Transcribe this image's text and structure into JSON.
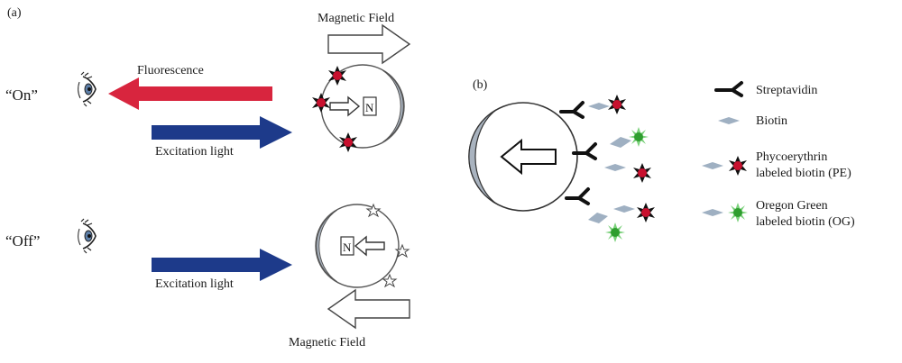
{
  "panel_a": {
    "label": "(a)",
    "state_on": "“On”",
    "state_off": "“Off”",
    "fluorescence": "Fluorescence",
    "excitation_on": "Excitation light",
    "excitation_off": "Excitation light",
    "magnetic_field_top": "Magnetic Field",
    "magnetic_field_bottom": "Magnetic Field",
    "pole_on": "N",
    "pole_off": "N"
  },
  "panel_b": {
    "label": "(b)"
  },
  "legend": {
    "items": [
      {
        "label": "Streptavidin"
      },
      {
        "label": "Biotin"
      },
      {
        "label": "Phycoerythrin",
        "label2": "labeled biotin (PE)"
      },
      {
        "label": "Oregon Green",
        "label2": "labeled biotin (OG)"
      }
    ]
  },
  "colors": {
    "fluorescence_arrow": "#d8253e",
    "excitation_arrow": "#1d3a8a",
    "pe_red": "#c8102e",
    "og_green": "#3aa83a",
    "hemisphere": "#a9b3bf",
    "biotin": "#9fb0c2"
  }
}
